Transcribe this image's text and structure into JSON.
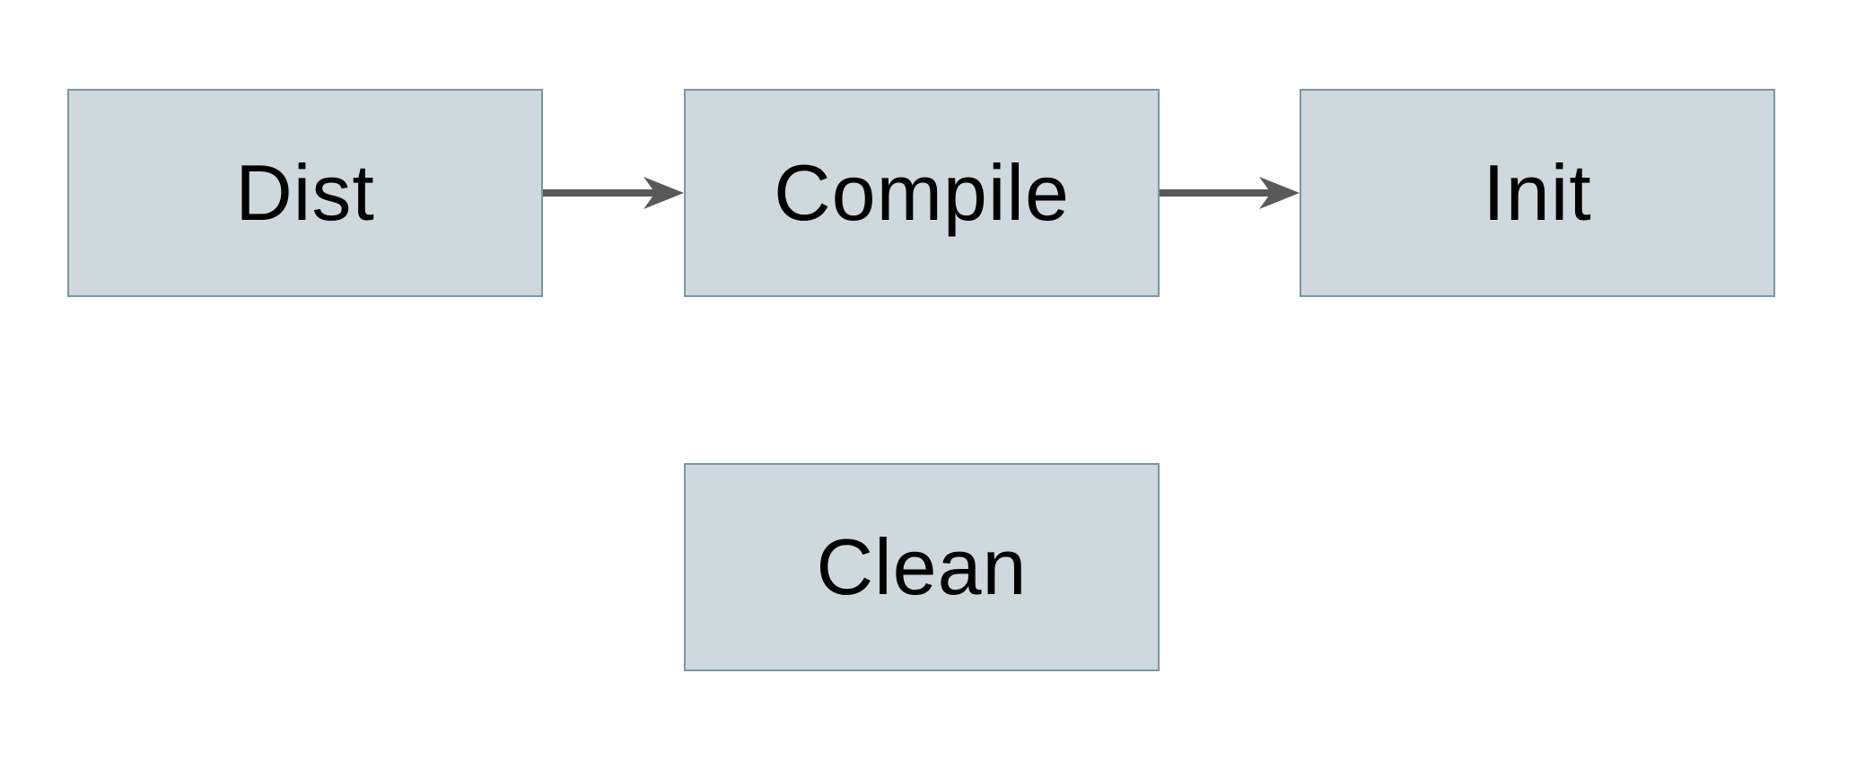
{
  "diagram": {
    "title": "build-targets-flow",
    "nodes": [
      {
        "id": "dist",
        "label": "Dist"
      },
      {
        "id": "compile",
        "label": "Compile"
      },
      {
        "id": "init",
        "label": "Init"
      },
      {
        "id": "clean",
        "label": "Clean"
      }
    ],
    "edges": [
      {
        "from": "Dist",
        "to": "Compile",
        "style": "solid-arrow"
      },
      {
        "from": "Compile",
        "to": "Init",
        "style": "solid-arrow"
      }
    ],
    "colors": {
      "background": "#ffffff",
      "node_fill": "#cfd8dc",
      "node_border": "#7b96a2",
      "node_text": "#000000",
      "arrow": "#595959"
    }
  }
}
